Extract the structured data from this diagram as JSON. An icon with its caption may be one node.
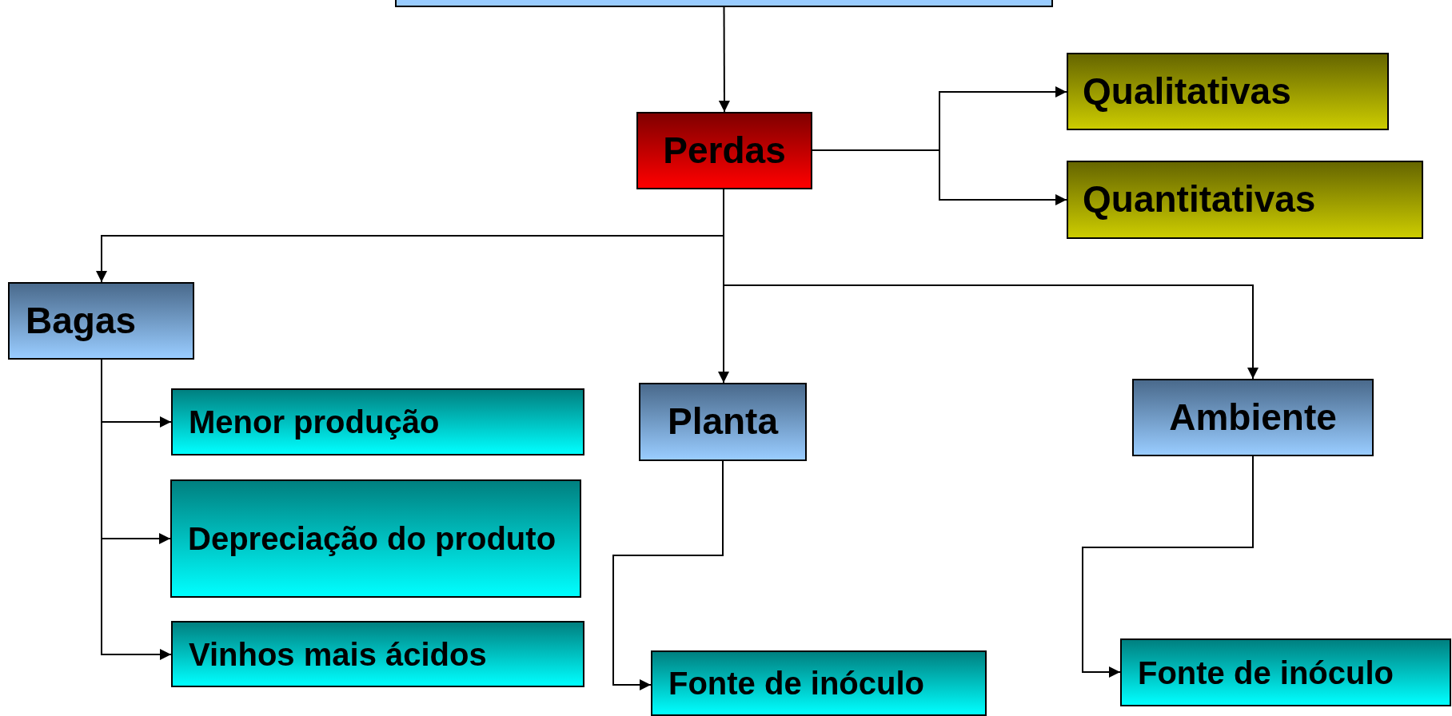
{
  "diagram": {
    "nodes": [
      {
        "text": [],
        "shape": "box"
      },
      {
        "text": [
          "Perdas"
        ]
      },
      {
        "text": [
          "Qualitativas"
        ]
      },
      {
        "text": [
          "Quantitativas"
        ]
      },
      {
        "text": [
          "Bagas"
        ]
      },
      {
        "text": [
          "Menor produção"
        ]
      },
      {
        "text": [
          "Depreciação do produto"
        ]
      },
      {
        "text": [
          "Vinhos mais ácidos"
        ]
      },
      {
        "text": [
          "Planta"
        ]
      },
      {
        "text": [
          "Ambiente"
        ]
      },
      {
        "text": [
          "Fonte de inóculo"
        ]
      },
      {
        "text": [
          "Fonte de inóculo"
        ]
      }
    ],
    "edges": [
      {
        "from": 0,
        "to": 1,
        "arrow": "to"
      },
      {
        "from": 1,
        "to": 2,
        "arrow": "to"
      },
      {
        "from": 1,
        "to": 3,
        "arrow": "to"
      },
      {
        "from": 1,
        "to": 4,
        "arrow": "to"
      },
      {
        "from": 1,
        "to": 8,
        "arrow": "to"
      },
      {
        "from": 1,
        "to": 9,
        "arrow": "to"
      },
      {
        "from": 4,
        "to": 5,
        "arrow": "to"
      },
      {
        "from": 4,
        "to": 6,
        "arrow": "to"
      },
      {
        "from": 4,
        "to": 7,
        "arrow": "to"
      },
      {
        "from": 8,
        "to": 10,
        "arrow": "to"
      },
      {
        "from": 9,
        "to": 11,
        "arrow": "to"
      }
    ]
  }
}
